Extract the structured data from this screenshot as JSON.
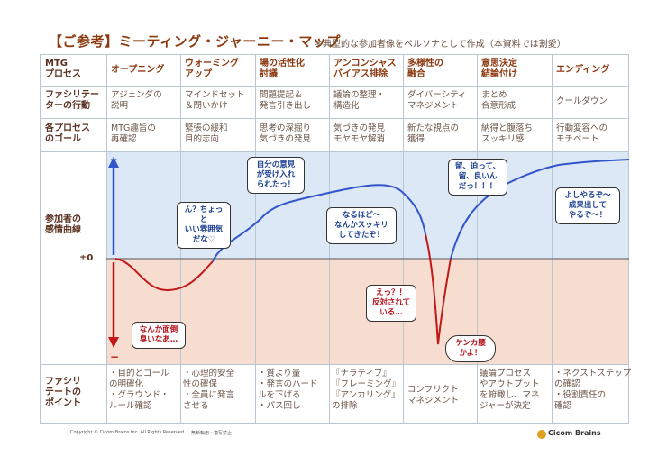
{
  "title": "【ご参考】ミーティング・ジャーニー・マップ",
  "note": "＊典型的な参加者像をペルソナとして作成（本資料では割愛）",
  "row_labels": {
    "process": "MTG\nプロセス",
    "facilitator": "ファシリテー\nターの行動",
    "goal": "各プロセス\nのゴール",
    "emotion": "参加者の\n感情曲線",
    "points": "ファシリ\nテートの\nポイント"
  },
  "zero_label": "±0",
  "phases": [
    {
      "name": "オープニング",
      "action": "アジェンダの\n説明",
      "goal": "MTG趣旨の\n再確認",
      "point": "・目的とゴール\nの明確化\n・グラウンド・\nルール確認"
    },
    {
      "name": "ウォーミング\nアップ",
      "action": "マインドセット\n＆問いかけ",
      "goal": "緊張の緩和\n目的志向",
      "point": "・心理的安全\n性の確保\n・全員に発言\nさせる"
    },
    {
      "name": "場の活性化\n討議",
      "action": "問題提起＆\n発言引き出し",
      "goal": "思考の深掘り\n気づきの発見",
      "point": "・質より量\n・発言のハード\nルを下げる\n・パス回し"
    },
    {
      "name": "アンコンシャス\nバイアス排除",
      "action": "議論の整理・\n構造化",
      "goal": "気づきの発見\nモヤモヤ解消",
      "point": "『ナラティブ』\n『フレーミング』\n『アンカリング』\nの排除"
    },
    {
      "name": "多様性の\n融合",
      "action": "ダイバーシティ\nマネジメント",
      "goal": "新たな視点の\n獲得",
      "point": "コンフリクト\nマネジメント"
    },
    {
      "name": "意思決定\n結論付け",
      "action": "まとめ\n合意形成",
      "goal": "納得と腹落ち\nスッキリ感",
      "point": "議論プロセス\nやアウトプット\nを俯瞰し、マネ\nジャーが決定"
    },
    {
      "name": "エンディング",
      "action": "クールダウン",
      "goal": "行動変容への\nモチベート",
      "point": "・ネクストステップ\nの確認\n・役割責任の\n確認"
    }
  ],
  "bubbles": {
    "b1": "なんか面倒\n臭いなあ…",
    "b2": "ん？ちょっと\nいい雰囲気\nだな♡",
    "b3": "自分の意見\nが受け入れ\nられたっ！",
    "b4": "なるほど～\nなんかスッキリ\nしてきたぞ！",
    "b5": "えっ？！\n反対されて\nいる…",
    "b6": "ケンカ腰\nかよ！",
    "b7": "留、迫って、\n留、良いん\nだっ！！！",
    "b8": "よしやるぞ～\n成果出して\nやるぞ～！"
  },
  "colors": {
    "positive_bg": "#dce8f5",
    "negative_bg": "#f6ddd0",
    "positive_line": "#3355cc",
    "negative_line": "#c01818",
    "header": "#8b3a10"
  },
  "footer": {
    "copyright": "Copyright © Cicom Brains Inc. All Rights Reserved.",
    "note": "無断転用・複写禁止",
    "brand": "Cicom Brains"
  }
}
